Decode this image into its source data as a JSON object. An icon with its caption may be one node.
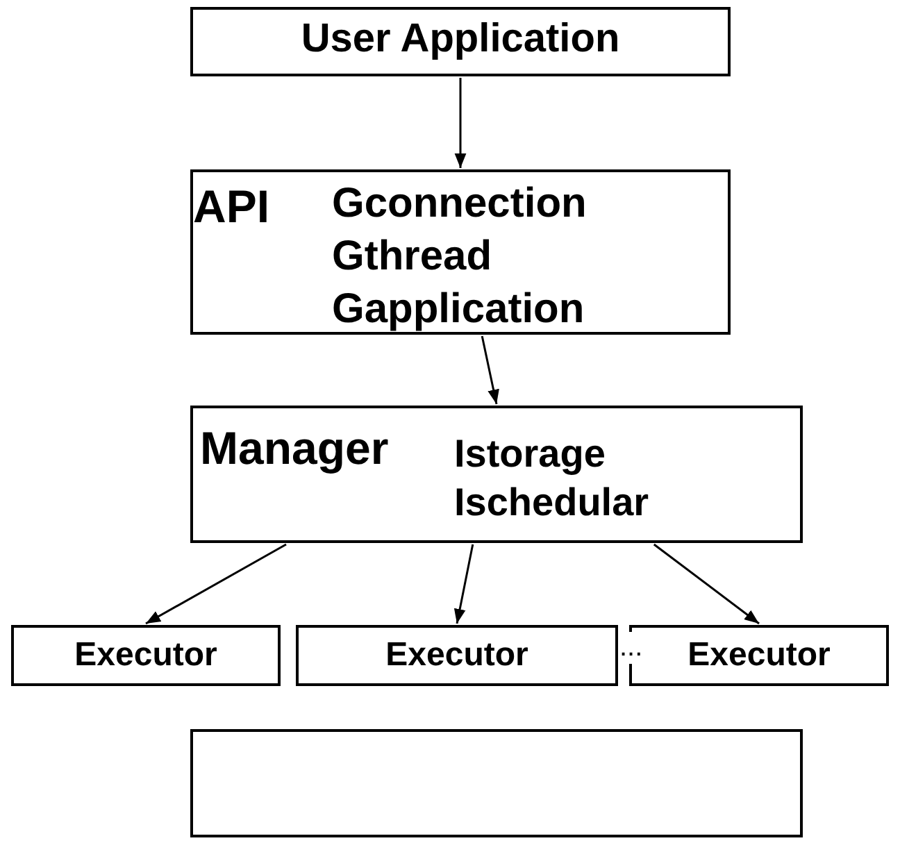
{
  "diagram": {
    "nodes": [
      {
        "text": [
          "User Application"
        ]
      },
      {
        "text": [
          "API",
          "Gconnection",
          "Gthread",
          "Gapplication"
        ]
      },
      {
        "text": [
          "Manager",
          "Istorage",
          "Ischedular"
        ]
      },
      {
        "text": [
          "Executor"
        ]
      },
      {
        "text": [
          "Executor"
        ]
      },
      {
        "text": [
          "Executor"
        ]
      },
      {
        "text": [],
        "shape": "box"
      }
    ],
    "edges": [
      {
        "from": 0,
        "to": 1,
        "arrow": "to"
      },
      {
        "from": 1,
        "to": 2,
        "arrow": "to"
      },
      {
        "from": 2,
        "to": 3,
        "arrow": "to"
      },
      {
        "from": 2,
        "to": 4,
        "arrow": "to"
      },
      {
        "from": 2,
        "to": 5,
        "arrow": "to"
      }
    ],
    "labels": [
      "..."
    ]
  }
}
